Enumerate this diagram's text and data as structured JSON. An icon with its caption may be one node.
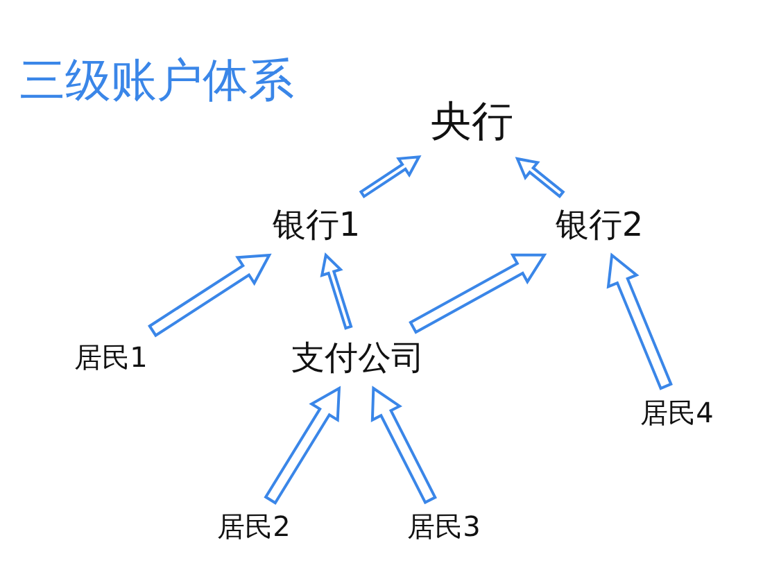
{
  "diagram": {
    "title": "三级账户体系",
    "nodes": [
      {
        "text": [
          "央行"
        ]
      },
      {
        "text": [
          "银行1"
        ]
      },
      {
        "text": [
          "银行2"
        ]
      },
      {
        "text": [
          "居民1"
        ]
      },
      {
        "text": [
          "支付公司"
        ]
      },
      {
        "text": [
          "居民2"
        ]
      },
      {
        "text": [
          "居民3"
        ]
      },
      {
        "text": [
          "居民4"
        ]
      }
    ],
    "edges": [
      {
        "from": 1,
        "to": 0,
        "arrow": "to"
      },
      {
        "from": 2,
        "to": 0,
        "arrow": "to"
      },
      {
        "from": 3,
        "to": 1,
        "arrow": "to",
        "style": "thick"
      },
      {
        "from": 4,
        "to": 1,
        "arrow": "to"
      },
      {
        "from": 4,
        "to": 2,
        "arrow": "to",
        "style": "thick"
      },
      {
        "from": 5,
        "to": 4,
        "arrow": "to",
        "style": "thick"
      },
      {
        "from": 6,
        "to": 4,
        "arrow": "to",
        "style": "thick"
      },
      {
        "from": 7,
        "to": 2,
        "arrow": "to",
        "style": "thick"
      }
    ]
  }
}
